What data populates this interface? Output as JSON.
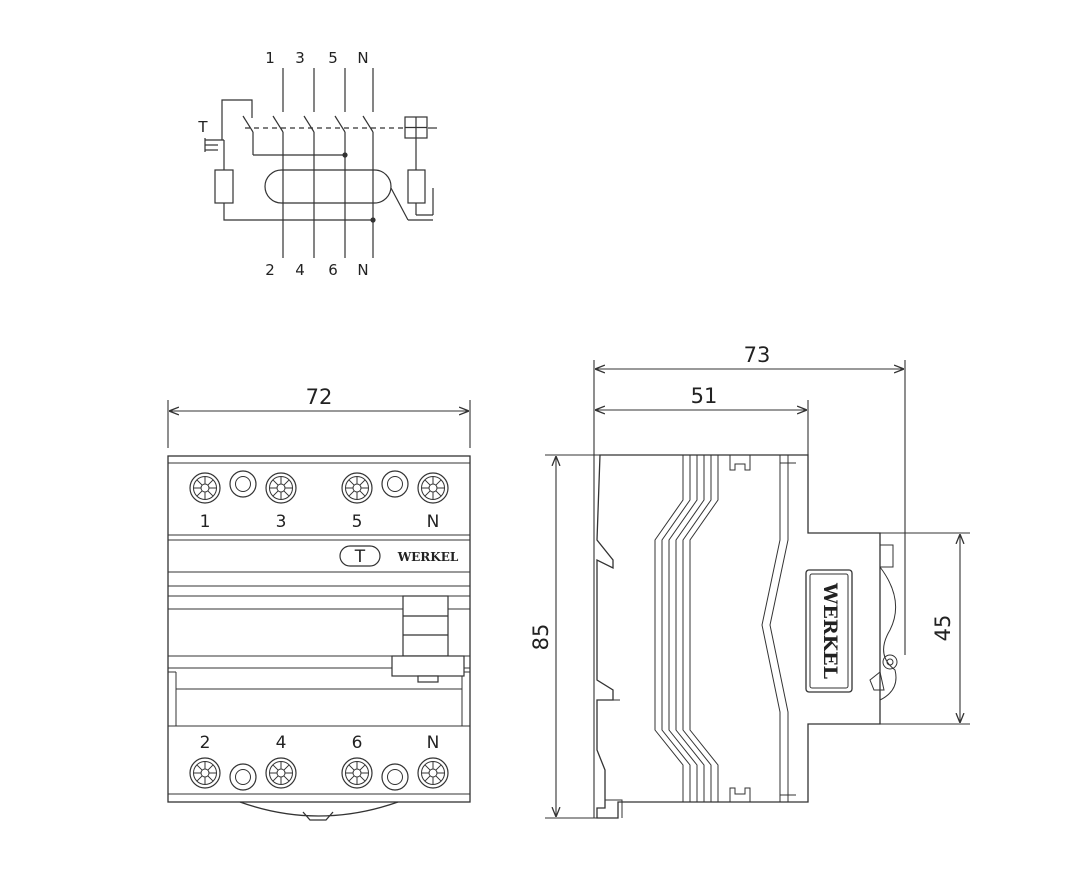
{
  "schematic": {
    "top_labels": [
      "1",
      "3",
      "5",
      "N"
    ],
    "bottom_labels": [
      "2",
      "4",
      "6",
      "N"
    ],
    "test_label": "T"
  },
  "front_view": {
    "width_dim": "72",
    "top_terminals": [
      "1",
      "3",
      "5",
      "N"
    ],
    "bottom_terminals": [
      "2",
      "4",
      "6",
      "N"
    ],
    "test_button": "T",
    "brand": "WERKEL"
  },
  "side_view": {
    "overall_depth_dim": "73",
    "body_depth_dim": "51",
    "height_dim": "85",
    "front_height_dim": "45",
    "brand": "WERKEL"
  },
  "colors": {
    "line": "#333333",
    "fill": "#ffffff",
    "text": "#222222"
  }
}
